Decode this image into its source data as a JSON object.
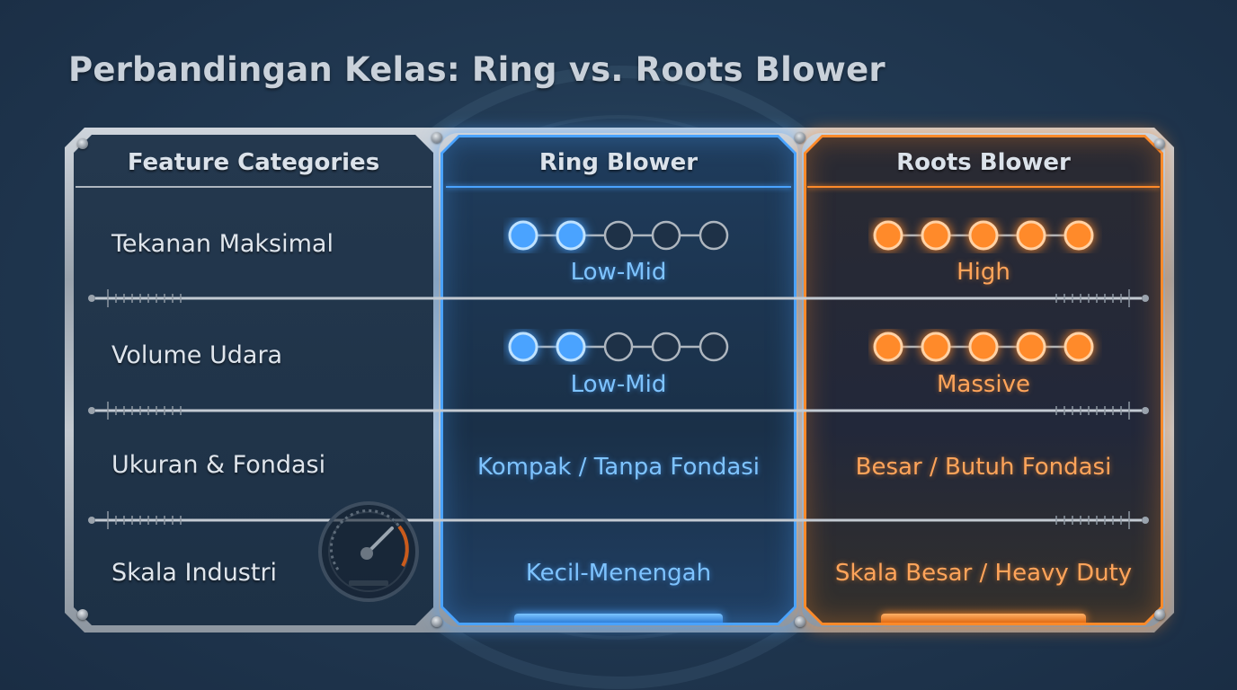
{
  "title": "Perbandingan Kelas: Ring vs. Roots Blower",
  "headers": {
    "categories": "Feature Categories",
    "ring": "Ring Blower",
    "roots": "Roots Blower"
  },
  "colors": {
    "ring_accent": "#4aa3ff",
    "roots_accent": "#ff8a2a",
    "frame": "#aeb6bf"
  },
  "rows": [
    {
      "label": "Tekanan Maksimal",
      "ring": {
        "level": 2,
        "max": 5,
        "text": "Low-Mid"
      },
      "roots": {
        "level": 5,
        "max": 5,
        "text": "High"
      }
    },
    {
      "label": "Volume Udara",
      "ring": {
        "level": 2,
        "max": 5,
        "text": "Low-Mid"
      },
      "roots": {
        "level": 5,
        "max": 5,
        "text": "Massive"
      }
    },
    {
      "label": "Ukuran & Fondasi",
      "ring": {
        "text": "Kompak / Tanpa Fondasi"
      },
      "roots": {
        "text": "Besar / Butuh Fondasi"
      }
    },
    {
      "label": "Skala Industri",
      "ring": {
        "text": "Kecil-Menengah"
      },
      "roots": {
        "text": "Skala Besar / Heavy Duty"
      }
    }
  ]
}
